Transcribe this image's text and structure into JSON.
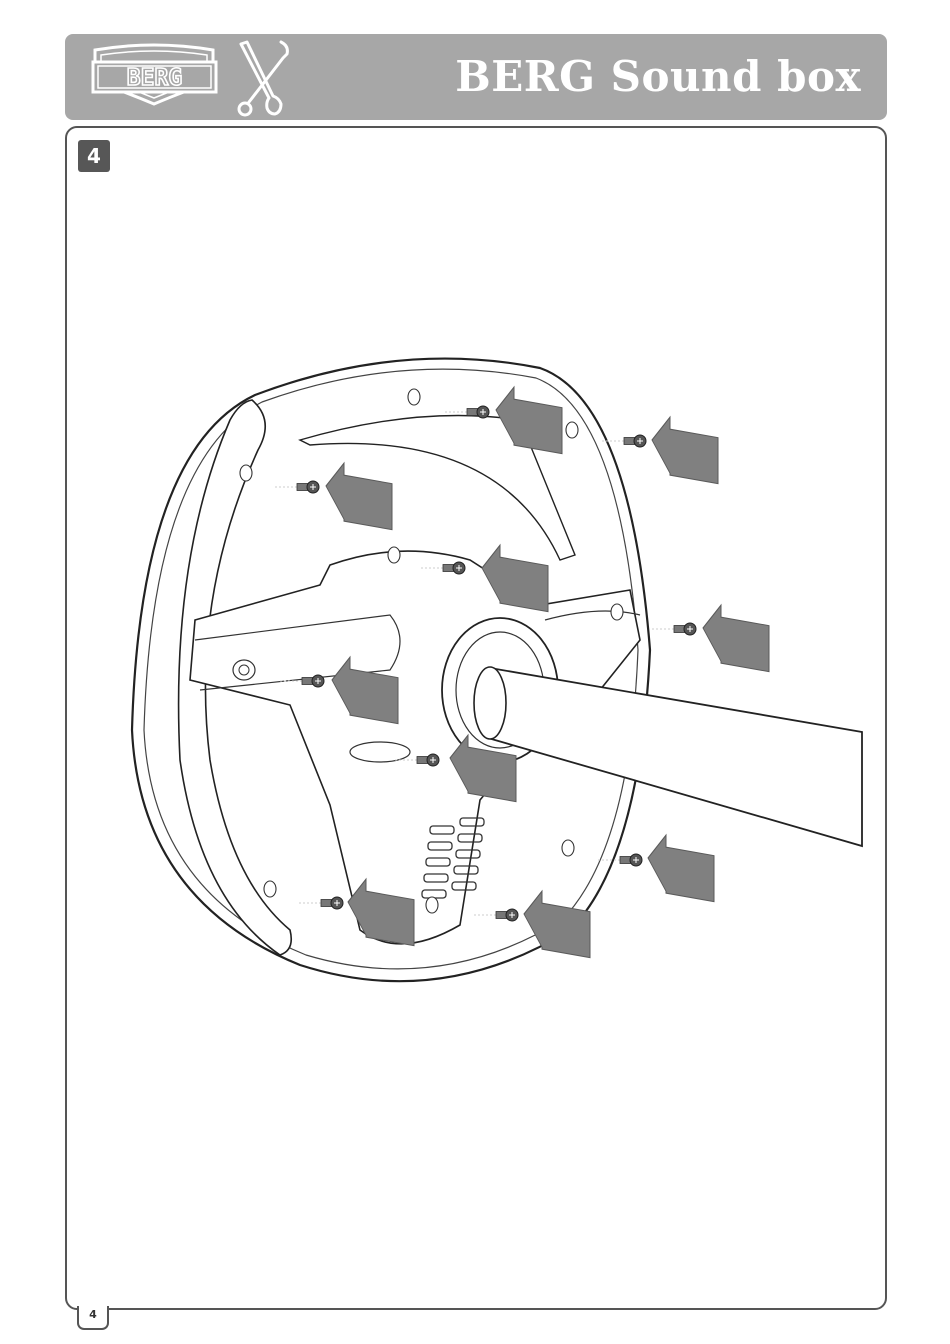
{
  "header": {
    "title": "BERG Sound box",
    "logo_text": "BERG",
    "logo_icon": "berg-shield-logo",
    "tools_icon": "wrench-screwdriver-icon",
    "background_color": "#a7a7a7"
  },
  "step": {
    "number": "4"
  },
  "illustration": {
    "screw_icon": "screw-icon",
    "arrow_icon": "arrow-icon",
    "arrow_color": "#808080"
  },
  "footer": {
    "page_number": "4"
  }
}
